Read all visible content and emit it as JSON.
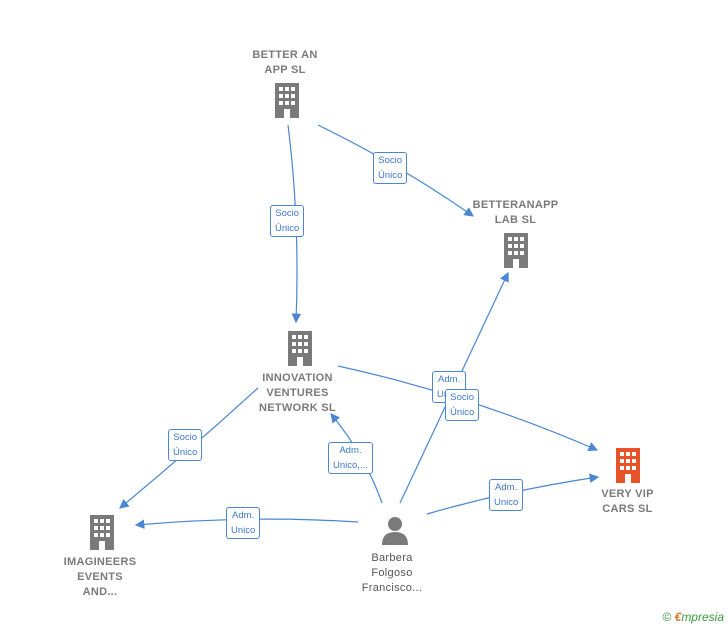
{
  "nodes": {
    "better_an_app": {
      "label": "BETTER AN\nAPP  SL"
    },
    "betteranapp_lab": {
      "label": "BETTERANAPP\nLAB  SL"
    },
    "innovation_ventures": {
      "label": "INNOVATION\nVENTURES\nNETWORK  SL"
    },
    "very_vip_cars": {
      "label": "VERY VIP\nCARS  SL"
    },
    "imagineers_events": {
      "label": "IMAGINEERS\nEVENTS\nAND..."
    },
    "barbera_folgoso": {
      "label": "Barbera\nFolgoso\nFrancisco..."
    }
  },
  "edges": {
    "e1": "Socio\nÚnico",
    "e2": "Socio\nÚnico",
    "e3": "Socio\nÚnico",
    "e4": "Adm.\nUnico,...",
    "e5": "Adm.\nUnico",
    "e6": "Adm.\nUnico",
    "e7": "Adm.\nUnico",
    "e8": "Socio\nÚnico"
  },
  "colors": {
    "edge": "#4a86d4",
    "node": "#7a7a7a",
    "focus": "#e8532a"
  },
  "footer": {
    "copyright": "©",
    "brand_e": "€",
    "brand_rest": "mpresia"
  }
}
